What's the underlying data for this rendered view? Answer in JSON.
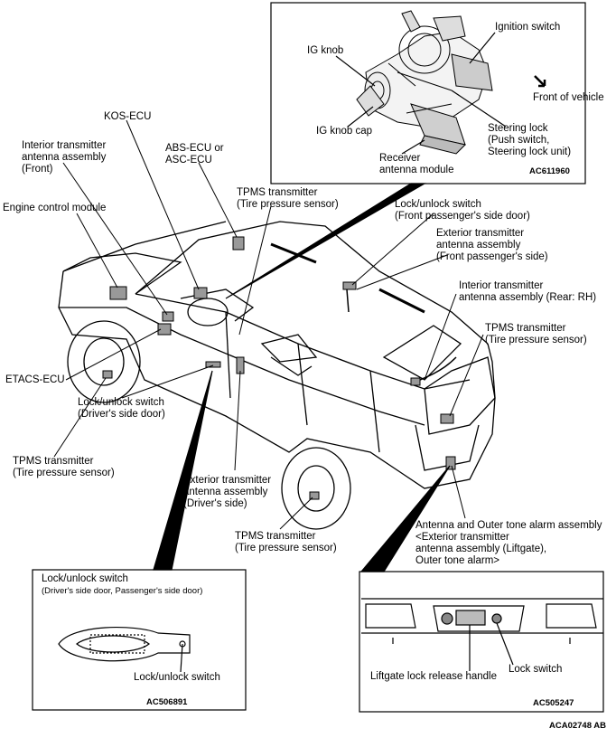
{
  "top_inset": {
    "labels": {
      "ignition_switch": "Ignition switch",
      "ig_knob": "IG knob",
      "front_of_vehicle": "Front of vehicle",
      "ig_knob_cap": "IG knob cap",
      "steering_lock": "Steering lock\n(Push switch,\nSteering lock unit)",
      "receiver_module": "Receiver\nantenna module"
    },
    "code": "AC611960"
  },
  "main": {
    "labels": {
      "kos_ecu": "KOS-ECU",
      "interior_front": "Interior transmitter\nantenna assembly\n(Front)",
      "abs_ecu": "ABS-ECU or\nASC-ECU",
      "tpms_top": "TPMS transmitter\n(Tire pressure sensor)",
      "engine_control": "Engine control module",
      "lock_front_passenger": "Lock/unlock switch\n(Front passenger's side door)",
      "exterior_front_passenger": "Exterior transmitter\nantenna assembly\n(Front passenger's side)",
      "interior_rear": "Interior transmitter\nantenna assembly (Rear: RH)",
      "tpms_right": "TPMS transmitter\n(Tire pressure sensor)",
      "etacs": "ETACS-ECU",
      "lock_driver": "Lock/unlock switch\n(Driver's side door)",
      "tpms_left": "TPMS transmitter\n(Tire pressure sensor)",
      "exterior_driver": "Exterior transmitter\nantenna assembly\n(Driver's side)",
      "tpms_bottom": "TPMS transmitter\n(Tire pressure sensor)",
      "antenna_outer": "Antenna and Outer tone alarm assembly\n<Exterior transmitter\nantenna assembly (Liftgate),\nOuter tone alarm>"
    }
  },
  "bottom_left_inset": {
    "title": "Lock/unlock switch",
    "subtitle": "(Driver's side door, Passenger's side door)",
    "label": "Lock/unlock switch",
    "code": "AC506891"
  },
  "bottom_right_inset": {
    "liftgate_handle": "Liftgate lock release handle",
    "lock_switch": "Lock switch",
    "code": "AC505247"
  },
  "figure_code": "ACA02748 AB"
}
